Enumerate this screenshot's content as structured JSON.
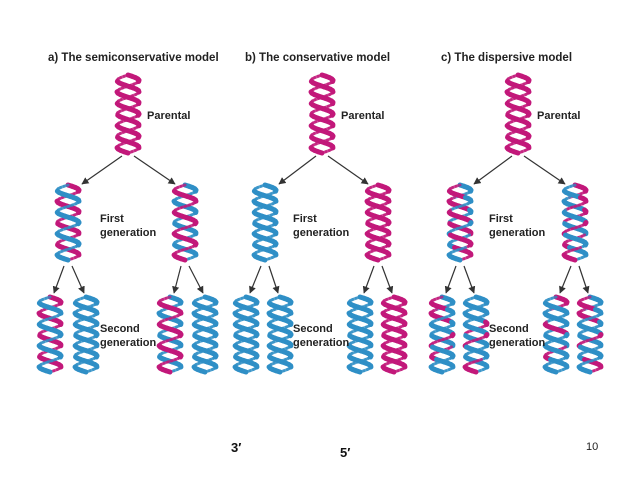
{
  "colors": {
    "parental": "#c2187a",
    "new": "#2f8fc6",
    "arrow": "#333333"
  },
  "panels": [
    {
      "title": "a) The semiconservative model",
      "parental": "Parental",
      "first": [
        "First",
        "generation"
      ],
      "second": [
        "Second",
        "generation"
      ]
    },
    {
      "title": "b) The conservative model",
      "parental": "Parental",
      "first": [
        "First",
        "generation"
      ],
      "second": [
        "Second",
        "generation"
      ]
    },
    {
      "title": "c) The dispersive model",
      "parental": "Parental",
      "first": [
        "First",
        "generation"
      ],
      "second": [
        "Second",
        "generation"
      ]
    }
  ],
  "footer": {
    "left": "3′",
    "mid": "5′",
    "page": "10"
  }
}
